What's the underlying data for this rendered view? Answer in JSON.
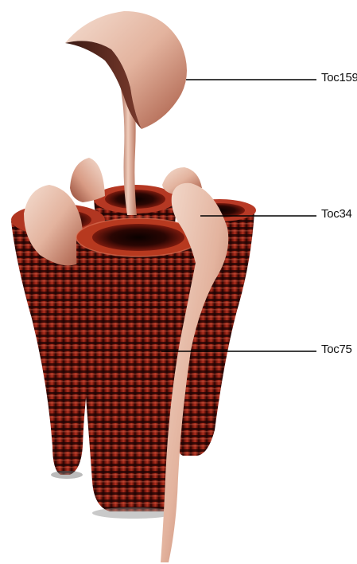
{
  "labels": {
    "toc159": "Toc159",
    "toc34": "Toc34",
    "toc75": "Toc75"
  },
  "colors": {
    "ring_dark": "#3a0a06",
    "ring_mid": "#8e1e12",
    "ring_light": "#c9543d",
    "flap_light": "#f2d6c6",
    "flap_dark": "#b86e58",
    "leader_line": "#000000"
  }
}
